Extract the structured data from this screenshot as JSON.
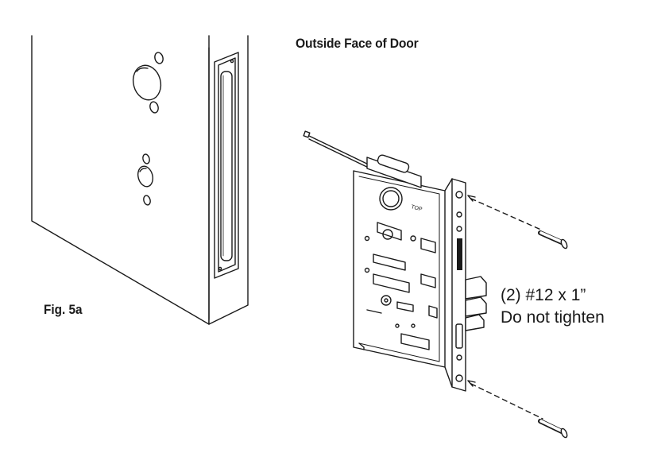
{
  "title": "Outside Face of Door",
  "figure_label": "Fig. 5a",
  "callout": {
    "line1": "(2) #12 x 1”",
    "line2": "Do not tighten"
  },
  "colors": {
    "line": "#1a1a1a",
    "background": "#ffffff"
  }
}
